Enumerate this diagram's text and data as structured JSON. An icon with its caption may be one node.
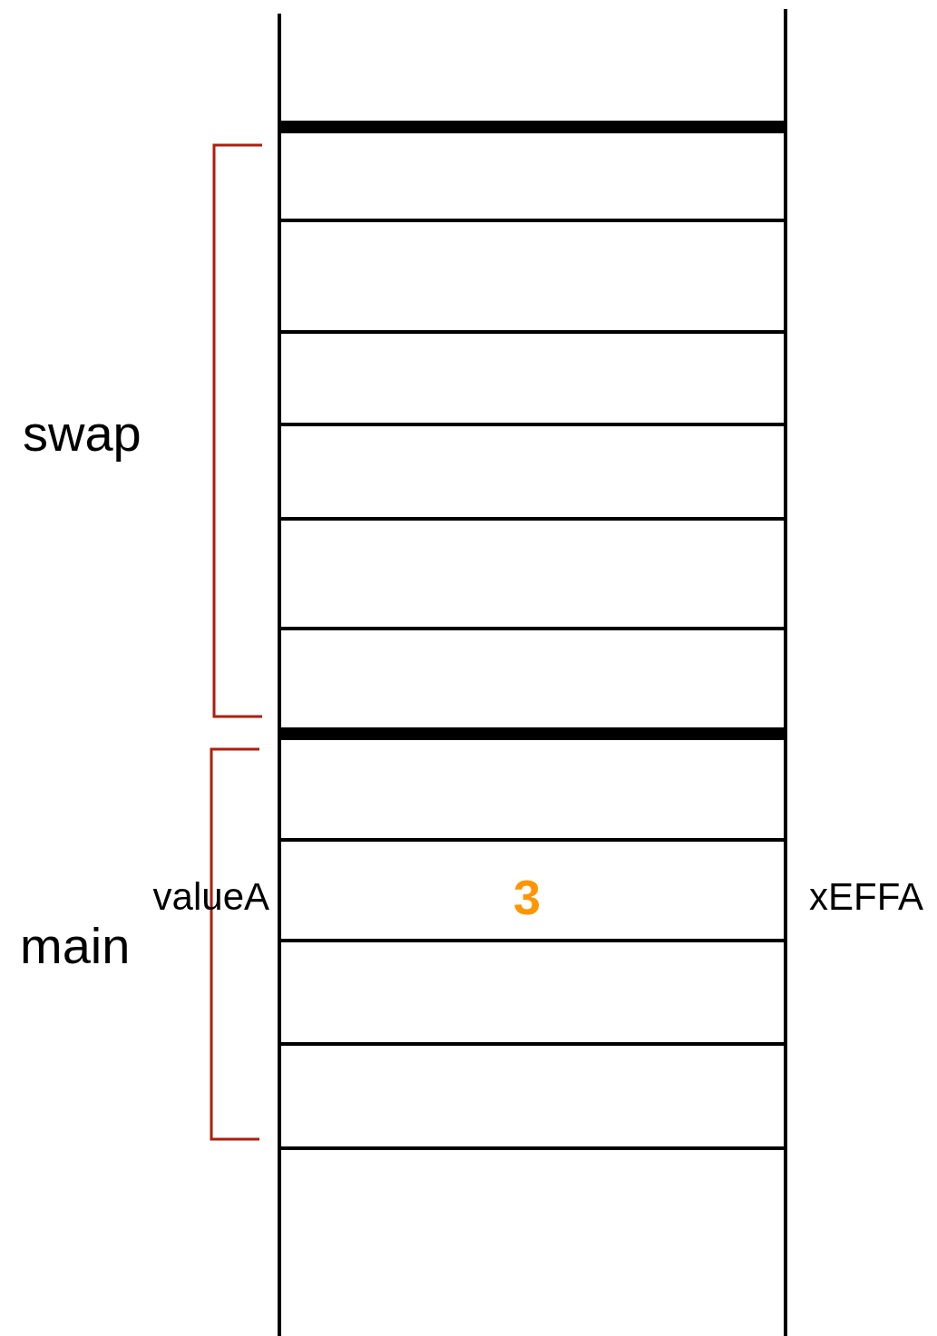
{
  "diagram": {
    "labels": [
      "swap",
      "valueA",
      "3",
      "xEFFA",
      "main"
    ]
  }
}
